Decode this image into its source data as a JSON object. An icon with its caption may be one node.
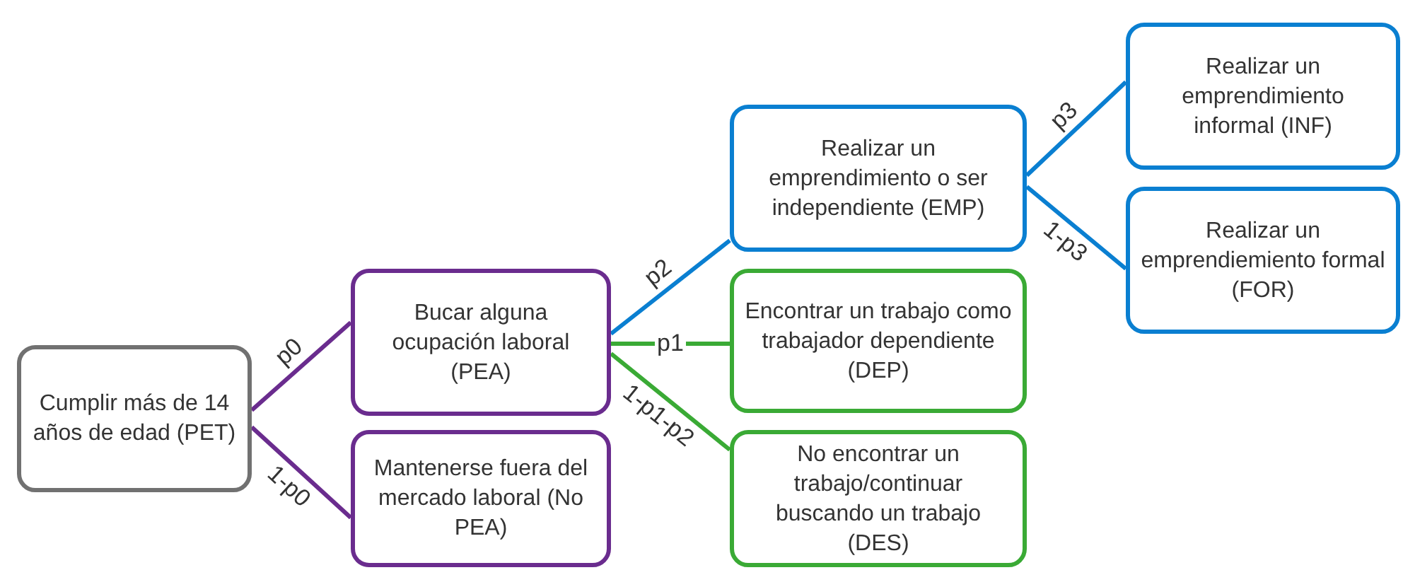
{
  "diagram": {
    "nodes": [
      {
        "text": [
          "Cumplir más de 14 años de edad (PET)"
        ]
      },
      {
        "text": [
          "Bucar alguna ocupación laboral (PEA)"
        ]
      },
      {
        "text": [
          "Mantenerse fuera del mercado laboral (No PEA)"
        ]
      },
      {
        "text": [
          "Realizar un emprendimiento o ser independiente (EMP)"
        ]
      },
      {
        "text": [
          "Encontrar un trabajo como trabajador dependiente (DEP)"
        ]
      },
      {
        "text": [
          "No encontrar un trabajo/continuar buscando un trabajo (DES)"
        ]
      },
      {
        "text": [
          "Realizar un emprendimiento informal (INF)"
        ]
      },
      {
        "text": [
          "Realizar un emprendiemiento formal (FOR)"
        ]
      }
    ],
    "edges": [
      {
        "from": 0,
        "to": 1,
        "arrow": "none",
        "label": "p0",
        "color": "#6a2c8e"
      },
      {
        "from": 0,
        "to": 2,
        "arrow": "none",
        "label": "1-p0",
        "color": "#6a2c8e"
      },
      {
        "from": 1,
        "to": 3,
        "arrow": "none",
        "label": "p2"
      },
      {
        "from": 1,
        "to": 4,
        "arrow": "none",
        "label": "p1",
        "color": "#3aaa35"
      },
      {
        "from": 1,
        "to": 5,
        "arrow": "none",
        "label": "1-p1-p2",
        "color": "#3aaa35"
      },
      {
        "from": 3,
        "to": 6,
        "arrow": "none",
        "label": "p3"
      },
      {
        "from": 3,
        "to": 7,
        "arrow": "none",
        "label": "1-p3"
      }
    ]
  }
}
